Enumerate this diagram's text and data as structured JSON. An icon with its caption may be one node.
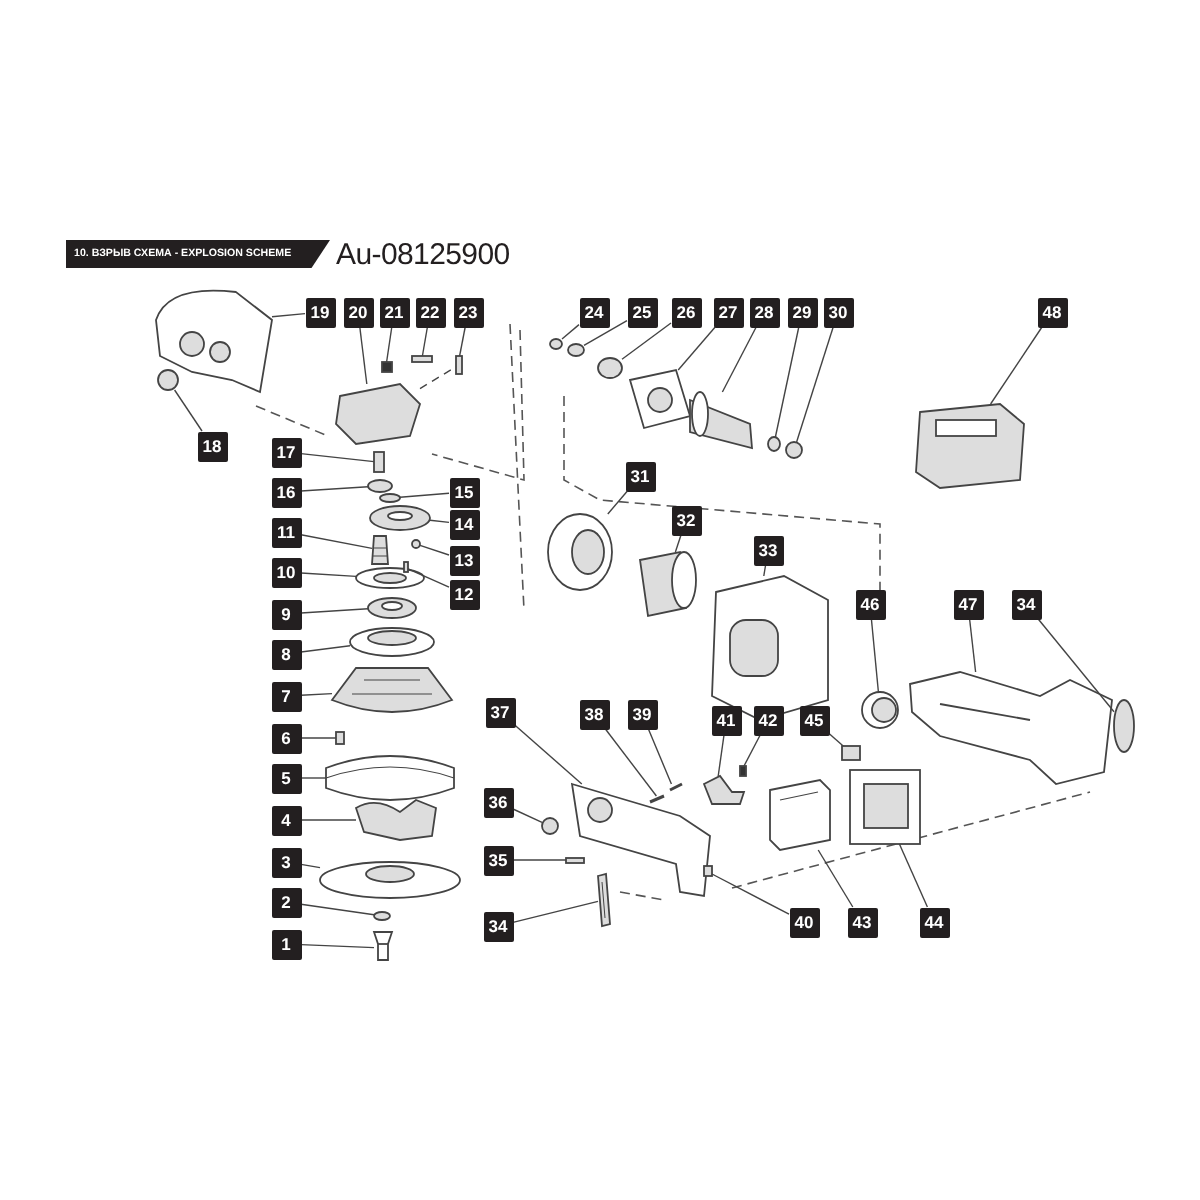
{
  "diagram": {
    "title": "10. ВЗРЫВ СХЕМА - EXPLOSION SCHEME",
    "nodes": [
      {
        "text": [
          "1"
        ]
      },
      {
        "text": [
          "2"
        ]
      },
      {
        "text": [
          "3"
        ]
      },
      {
        "text": [
          "4"
        ]
      },
      {
        "text": [
          "5"
        ]
      },
      {
        "text": [
          "6"
        ]
      },
      {
        "text": [
          "7"
        ]
      },
      {
        "text": [
          "8"
        ]
      },
      {
        "text": [
          "9"
        ]
      },
      {
        "text": [
          "10"
        ]
      },
      {
        "text": [
          "11"
        ]
      },
      {
        "text": [
          "12"
        ]
      },
      {
        "text": [
          "13"
        ]
      },
      {
        "text": [
          "14"
        ]
      },
      {
        "text": [
          "15"
        ]
      },
      {
        "text": [
          "16"
        ]
      },
      {
        "text": [
          "17"
        ]
      },
      {
        "text": [
          "18"
        ]
      },
      {
        "text": [
          "19"
        ]
      },
      {
        "text": [
          "20"
        ]
      },
      {
        "text": [
          "21"
        ]
      },
      {
        "text": [
          "22"
        ]
      },
      {
        "text": [
          "23"
        ]
      },
      {
        "text": [
          "24"
        ]
      },
      {
        "text": [
          "25"
        ]
      },
      {
        "text": [
          "26"
        ]
      },
      {
        "text": [
          "27"
        ]
      },
      {
        "text": [
          "28"
        ]
      },
      {
        "text": [
          "29"
        ]
      },
      {
        "text": [
          "30"
        ]
      },
      {
        "text": [
          "31"
        ]
      },
      {
        "text": [
          "32"
        ]
      },
      {
        "text": [
          "33"
        ]
      },
      {
        "text": [
          "34"
        ]
      },
      {
        "text": [
          "35"
        ]
      },
      {
        "text": [
          "36"
        ]
      },
      {
        "text": [
          "37"
        ]
      },
      {
        "text": [
          "38"
        ]
      },
      {
        "text": [
          "39"
        ]
      },
      {
        "text": [
          "40"
        ]
      },
      {
        "text": [
          "41"
        ]
      },
      {
        "text": [
          "42"
        ]
      },
      {
        "text": [
          "43"
        ]
      },
      {
        "text": [
          "44"
        ]
      },
      {
        "text": [
          "45"
        ]
      },
      {
        "text": [
          "46"
        ]
      },
      {
        "text": [
          "47"
        ]
      },
      {
        "text": [
          "48"
        ]
      },
      {
        "text": [
          "34"
        ]
      },
      {
        "text": [],
        "shape": "picture"
      },
      {
        "text": [],
        "shape": "circle"
      },
      {
        "text": [],
        "shape": "picture"
      },
      {
        "text": [],
        "shape": "picture"
      },
      {
        "text": [],
        "shape": "picture"
      },
      {
        "text": [],
        "shape": "box"
      },
      {
        "text": [],
        "shape": "picture"
      },
      {
        "text": [],
        "shape": "picture"
      },
      {
        "text": [],
        "shape": "picture"
      },
      {
        "text": [],
        "shape": "picture"
      },
      {
        "text": [],
        "shape": "picture"
      },
      {
        "text": [],
        "shape": "box"
      },
      {
        "text": [],
        "shape": "circle"
      },
      {
        "text": [],
        "shape": "picture"
      },
      {
        "text": [],
        "shape": "circle"
      },
      {
        "text": [],
        "shape": "circle"
      },
      {
        "text": [],
        "shape": "box"
      },
      {
        "text": [],
        "shape": "circle"
      },
      {
        "text": [],
        "shape": "picture"
      },
      {
        "text": [],
        "shape": "picture"
      },
      {
        "text": [],
        "shape": "box"
      },
      {
        "text": [],
        "shape": "box"
      },
      {
        "text": [],
        "shape": "box"
      },
      {
        "text": [],
        "shape": "circle"
      },
      {
        "text": [],
        "shape": "circle"
      },
      {
        "text": [],
        "shape": "circle"
      },
      {
        "text": [],
        "shape": "picture"
      },
      {
        "text": [],
        "shape": "picture"
      },
      {
        "text": [],
        "shape": "circle"
      },
      {
        "text": [],
        "shape": "circle"
      },
      {
        "text": [],
        "shape": "picture"
      },
      {
        "text": [],
        "shape": "picture"
      },
      {
        "text": [],
        "shape": "picture"
      },
      {
        "text": [],
        "shape": "picture"
      },
      {
        "text": [],
        "shape": "box"
      },
      {
        "text": [],
        "shape": "circle"
      },
      {
        "text": [],
        "shape": "picture"
      },
      {
        "text": [],
        "shape": "picture"
      },
      {
        "text": [],
        "shape": "picture"
      },
      {
        "text": [],
        "shape": "box"
      },
      {
        "text": [],
        "shape": "picture"
      },
      {
        "text": [],
        "shape": "box"
      },
      {
        "text": [],
        "shape": "picture"
      },
      {
        "text": [],
        "shape": "picture"
      },
      {
        "text": [],
        "shape": "box"
      },
      {
        "text": [],
        "shape": "picture"
      },
      {
        "text": [],
        "shape": "picture"
      },
      {
        "text": [],
        "shape": "picture"
      },
      {
        "text": [],
        "shape": "circle"
      }
    ],
    "edges": [
      {
        "from": 0,
        "to": 49,
        "arrow": "none"
      },
      {
        "from": 1,
        "to": 50,
        "arrow": "none"
      },
      {
        "from": 2,
        "to": 51,
        "arrow": "none"
      },
      {
        "from": 3,
        "to": 52,
        "arrow": "none"
      },
      {
        "from": 4,
        "to": 53,
        "arrow": "none"
      },
      {
        "from": 5,
        "to": 54,
        "arrow": "none"
      },
      {
        "from": 6,
        "to": 55,
        "arrow": "none"
      },
      {
        "from": 7,
        "to": 56,
        "arrow": "none"
      },
      {
        "from": 8,
        "to": 57,
        "arrow": "none"
      },
      {
        "from": 9,
        "to": 58,
        "arrow": "none"
      },
      {
        "from": 10,
        "to": 59,
        "arrow": "none"
      },
      {
        "from": 11,
        "to": 60,
        "arrow": "none"
      },
      {
        "from": 12,
        "to": 61,
        "arrow": "none"
      },
      {
        "from": 13,
        "to": 62,
        "arrow": "none"
      },
      {
        "from": 14,
        "to": 63,
        "arrow": "none"
      },
      {
        "from": 15,
        "to": 64,
        "arrow": "none"
      },
      {
        "from": 16,
        "to": 65,
        "arrow": "none"
      },
      {
        "from": 17,
        "to": 66,
        "arrow": "none"
      },
      {
        "from": 18,
        "to": 67,
        "arrow": "none"
      },
      {
        "from": 19,
        "to": 68,
        "arrow": "none"
      },
      {
        "from": 20,
        "to": 69,
        "arrow": "none"
      },
      {
        "from": 21,
        "to": 70,
        "arrow": "none"
      },
      {
        "from": 22,
        "to": 71,
        "arrow": "none"
      },
      {
        "from": 23,
        "to": 72,
        "arrow": "none"
      },
      {
        "from": 24,
        "to": 73,
        "arrow": "none"
      },
      {
        "from": 25,
        "to": 74,
        "arrow": "none"
      },
      {
        "from": 26,
        "to": 75,
        "arrow": "none"
      },
      {
        "from": 27,
        "to": 76,
        "arrow": "none"
      },
      {
        "from": 28,
        "to": 77,
        "arrow": "none"
      },
      {
        "from": 29,
        "to": 78,
        "arrow": "none"
      },
      {
        "from": 30,
        "to": 79,
        "arrow": "none"
      },
      {
        "from": 31,
        "to": 80,
        "arrow": "none"
      },
      {
        "from": 32,
        "to": 81,
        "arrow": "none"
      },
      {
        "from": 33,
        "to": 82,
        "arrow": "none"
      },
      {
        "from": 34,
        "to": 83,
        "arrow": "none"
      },
      {
        "from": 35,
        "to": 84,
        "arrow": "none"
      },
      {
        "from": 36,
        "to": 85,
        "arrow": "none"
      },
      {
        "from": 37,
        "to": 86,
        "arrow": "none"
      },
      {
        "from": 38,
        "to": 87,
        "arrow": "none"
      },
      {
        "from": 39,
        "to": 88,
        "arrow": "none"
      },
      {
        "from": 40,
        "to": 89,
        "arrow": "none"
      },
      {
        "from": 41,
        "to": 90,
        "arrow": "none"
      },
      {
        "from": 42,
        "to": 91,
        "arrow": "none"
      },
      {
        "from": 43,
        "to": 92,
        "arrow": "none"
      },
      {
        "from": 44,
        "to": 93,
        "arrow": "none"
      },
      {
        "from": 45,
        "to": 94,
        "arrow": "none"
      },
      {
        "from": 46,
        "to": 95,
        "arrow": "none"
      },
      {
        "from": 47,
        "to": 96,
        "arrow": "none"
      },
      {
        "from": 48,
        "to": 97,
        "arrow": "none"
      },
      {
        "from": 68,
        "to": 71,
        "arrow": "none",
        "style": "dashed"
      }
    ],
    "labels": [
      "Au-08125900"
    ]
  }
}
